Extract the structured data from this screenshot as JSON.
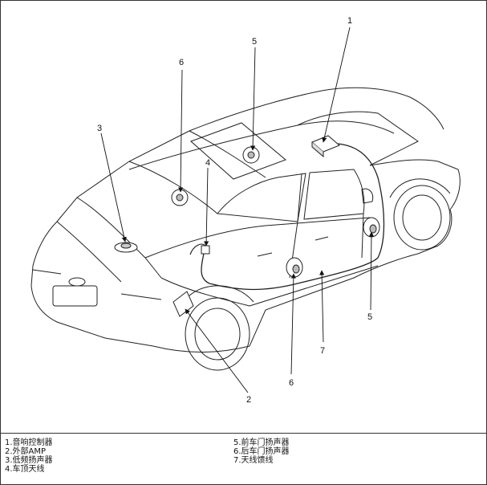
{
  "callouts": [
    {
      "num": "1"
    },
    {
      "num": "2"
    },
    {
      "num": "3"
    },
    {
      "num": "4"
    },
    {
      "num": "5"
    },
    {
      "num": "5"
    },
    {
      "num": "6"
    },
    {
      "num": "6"
    },
    {
      "num": "7"
    }
  ],
  "legend": {
    "left": [
      "1.音响控制器",
      "2.外部AMP",
      "3.低频扬声器",
      "4.车顶天线"
    ],
    "right": [
      "5.前车门扬声器",
      "6.后车门扬声器",
      "7.天线馈线"
    ]
  }
}
